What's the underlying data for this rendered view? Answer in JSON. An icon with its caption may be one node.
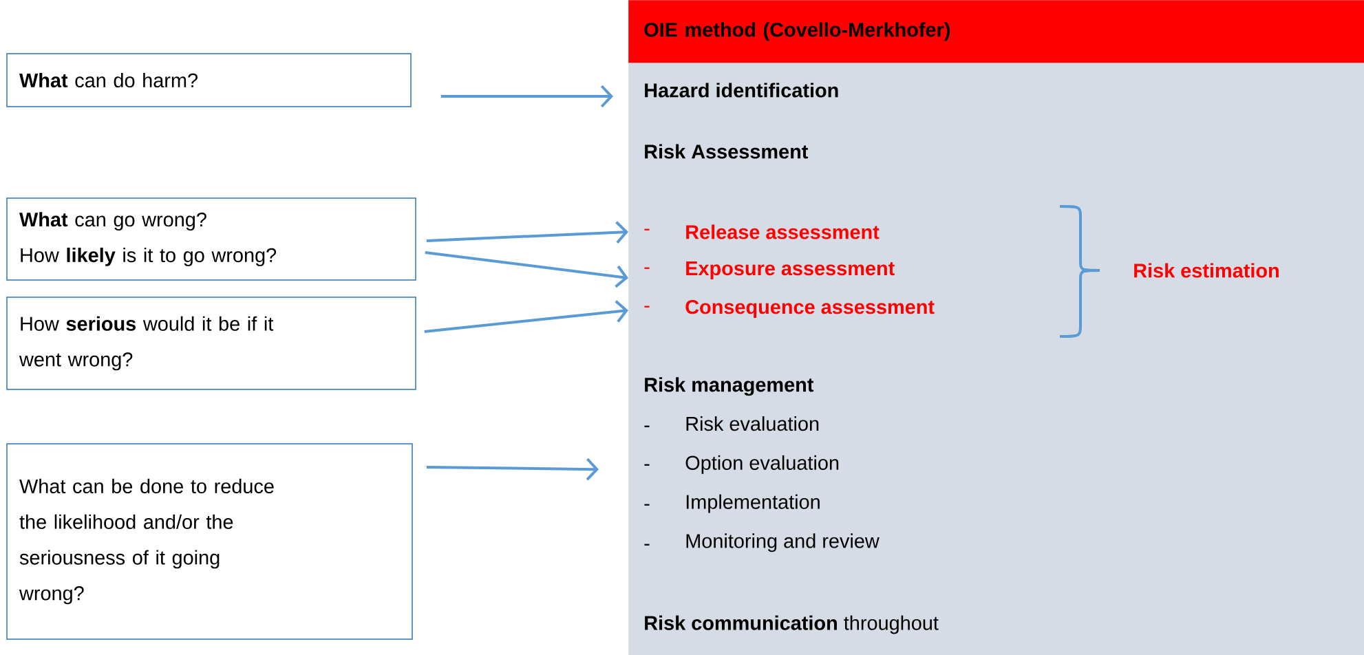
{
  "diagram": {
    "nodes": [
      {
        "text": [
          "**What** can do harm?"
        ]
      },
      {
        "text": [
          "**What** can go wrong?",
          "How **likely** is it to go wrong?"
        ]
      },
      {
        "text": [
          "How **serious** would it be if it went wrong?"
        ]
      },
      {
        "text": [
          "What can be done to reduce the likelihood and/or the seriousness of it going wrong?"
        ]
      },
      {
        "text": [],
        "shape": "box"
      },
      {
        "text": [
          "OIE method (Covello-Merkhofer)"
        ],
        "in": 4
      },
      {
        "text": [
          "Hazard identification"
        ],
        "in": 4
      },
      {
        "text": [
          "Release assessment"
        ],
        "in": 4
      },
      {
        "text": [
          "Exposure assessment"
        ],
        "in": 4
      },
      {
        "text": [
          "Consequence assessment"
        ],
        "in": 4
      },
      {
        "text": [
          "Risk management",
          "Risk evaluation",
          "Option evaluation",
          "Implementation",
          "Monitoring and review"
        ],
        "in": 4
      }
    ],
    "edges": [
      {
        "from": 0,
        "to": 6,
        "arrow": "to"
      },
      {
        "from": 1,
        "to": 7,
        "arrow": "to"
      },
      {
        "from": 1,
        "to": 8,
        "arrow": "to"
      },
      {
        "from": 2,
        "to": 9,
        "arrow": "to"
      },
      {
        "from": 3,
        "to": 10,
        "arrow": "to"
      }
    ],
    "labels": [
      "Risk Assessment",
      "-",
      "-",
      "Risk estimation",
      "-",
      "-",
      "-",
      "-",
      "-",
      "**Risk communication** throughout"
    ]
  }
}
